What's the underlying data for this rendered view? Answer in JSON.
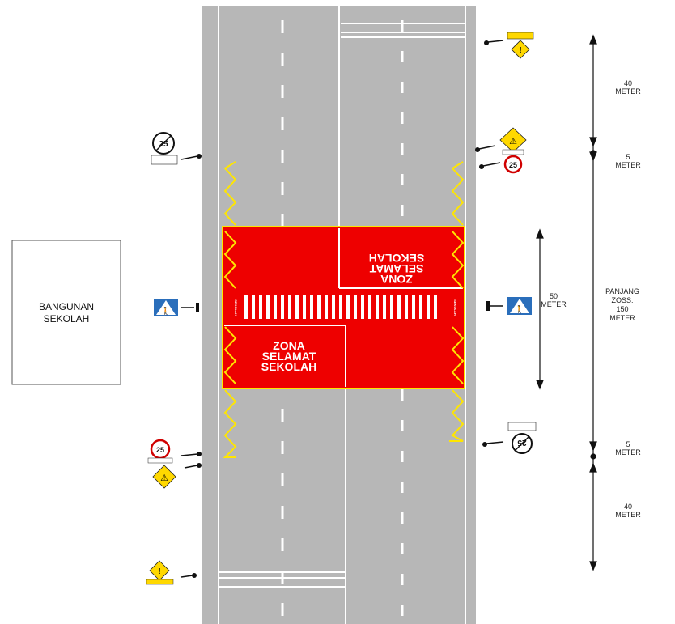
{
  "building": {
    "label_line1": "BANGUNAN",
    "label_line2": "SEKOLAH"
  },
  "zone": {
    "lower": {
      "line1": "ZONA",
      "line2": "SELAMAT",
      "line3": "SEKOLAH"
    },
    "upper": {
      "line1": "ZONA",
      "line2": "SELAMAT",
      "line3": "SEKOLAH"
    },
    "crossing_left_tag": "SEKOLAH",
    "crossing_right_tag": "SEKOLAH"
  },
  "signs": {
    "speed_limit": "25"
  },
  "dimensions": {
    "top": {
      "value": "40",
      "unit": "METER"
    },
    "upper_gap": {
      "value": "5",
      "unit": "METER"
    },
    "middle": {
      "value": "50",
      "unit": "METER"
    },
    "lower_gap": {
      "value": "5",
      "unit": "METER"
    },
    "bottom": {
      "value": "40",
      "unit": "METER"
    },
    "total": {
      "line1": "PANJANG",
      "line2": "ZOSS:",
      "line3": "150",
      "line4": "METER"
    }
  },
  "colors": {
    "road": "#b7b7b7",
    "zone_red": "#ee0000",
    "zigzag_yellow": "#ffe600",
    "sign_blue": "#2a6ebb",
    "sign_yellow": "#ffd800"
  }
}
